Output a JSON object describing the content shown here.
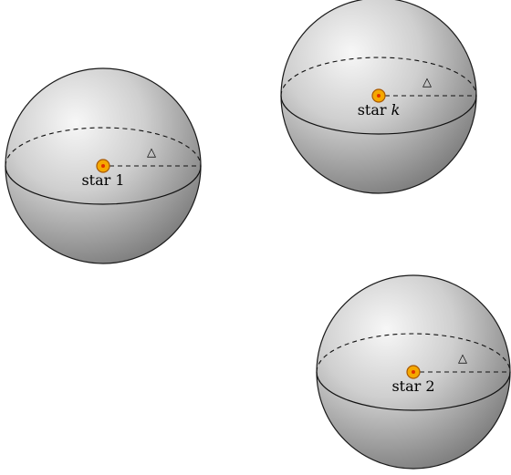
{
  "spheres": [
    {
      "id": "star-1",
      "label": "star 1",
      "label_main": "star ",
      "label_var": "1",
      "delta": "△"
    },
    {
      "id": "star-k",
      "label": "star k",
      "label_main": "star ",
      "label_var": "k",
      "delta": "△"
    },
    {
      "id": "star-2",
      "label": "star 2",
      "label_main": "star ",
      "label_var": "2",
      "delta": "△"
    }
  ],
  "colors": {
    "sphere_highlight": "#f7f7f7",
    "sphere_mid": "#c8c8c8",
    "sphere_shadow": "#7a7a7a",
    "sphere_outline": "#1a1a1a",
    "star_fill": "#f5a800",
    "star_outline": "#a85800",
    "star_core": "#e03000"
  }
}
